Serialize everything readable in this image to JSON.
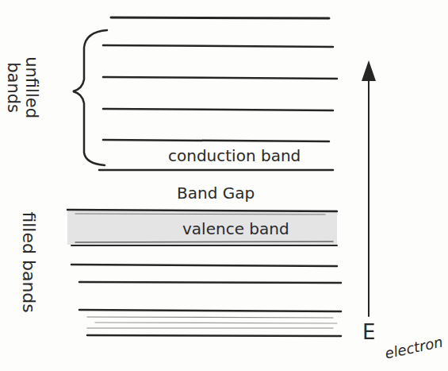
{
  "diagram": {
    "labels": [
      "unfilled bands",
      "conduction band",
      "Band Gap",
      "valence band",
      "filled bands",
      "E",
      "electron"
    ]
  }
}
